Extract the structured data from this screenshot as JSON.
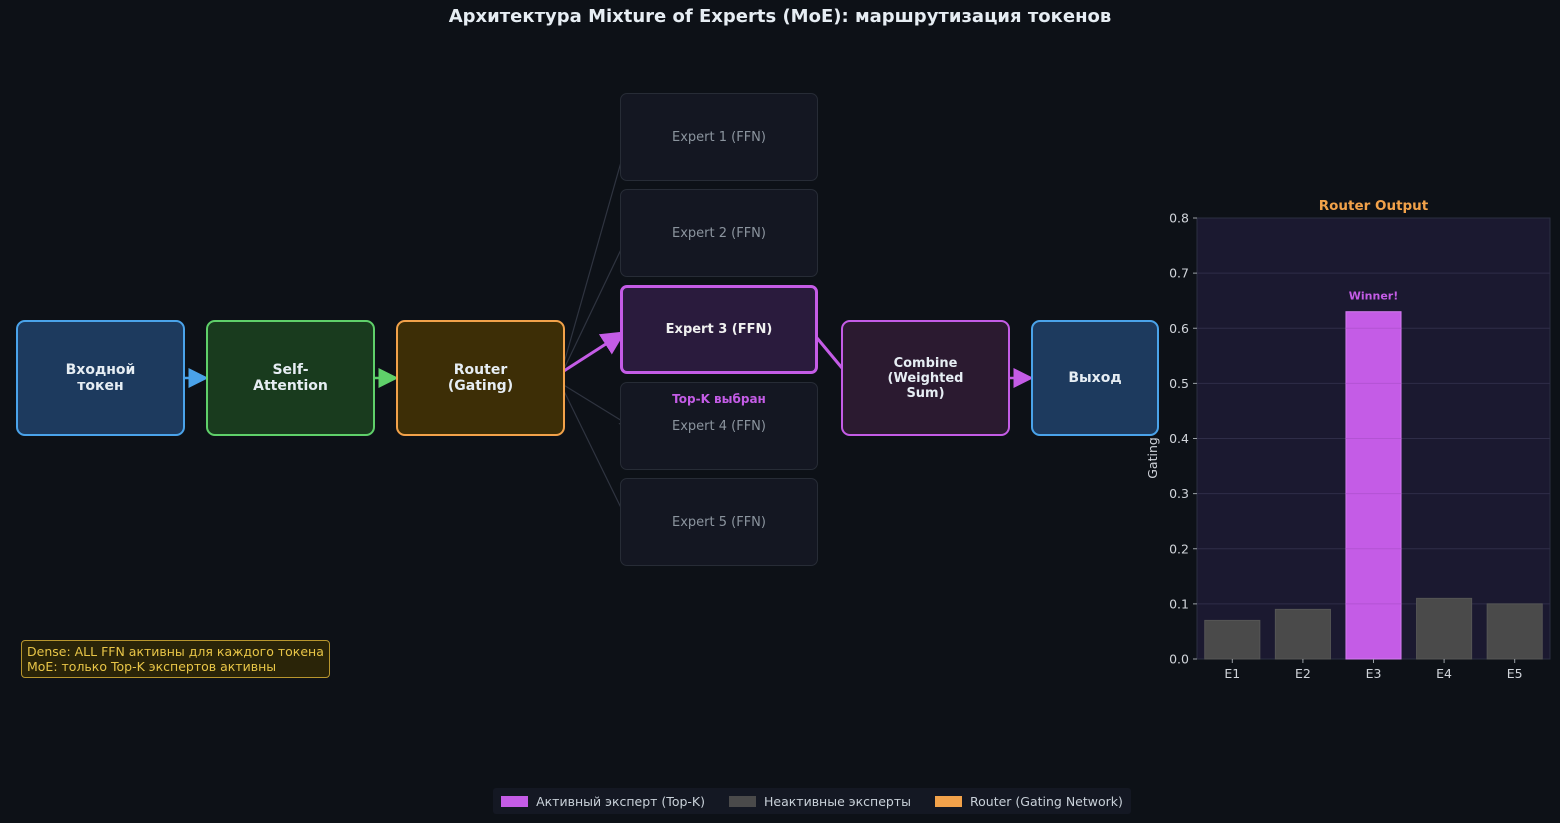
{
  "title": "Архитектура Mixture of Experts (MoE): маршрутизация токенов",
  "colors": {
    "background": "#0d1117",
    "token": "#4aa3ea",
    "attention": "#5fd06a",
    "router": "#f2a24a",
    "active": "#c45ce6",
    "inactive": "#4a4a4a",
    "output": "#4aa3ea"
  },
  "pipeline": {
    "input": "Входной\nтокен",
    "attention": "Self-\nAttention",
    "router": "Router\n(Gating)",
    "combine": "Combine\n(Weighted\nSum)",
    "output": "Выход"
  },
  "experts": [
    {
      "label": "Expert 1 (FFN)",
      "active": false
    },
    {
      "label": "Expert 2 (FFN)",
      "active": false
    },
    {
      "label": "Expert 3 (FFN)",
      "active": true
    },
    {
      "label": "Expert 4 (FFN)",
      "active": false
    },
    {
      "label": "Expert 5 (FFN)",
      "active": false
    }
  ],
  "topk_label": "Top-K выбран",
  "note": "Dense: ALL FFN активны для каждого токена\nMoE: только Top-K экспертов активны",
  "legend": [
    {
      "label": "Активный эксперт (Top-K)",
      "color": "#c45ce6"
    },
    {
      "label": "Неактивные эксперты",
      "color": "#4a4a4a"
    },
    {
      "label": "Router (Gating Network)",
      "color": "#f2a24a"
    }
  ],
  "chart_data": {
    "type": "bar",
    "title": "Router Output",
    "categories": [
      "E1",
      "E2",
      "E3",
      "E4",
      "E5"
    ],
    "values": [
      0.07,
      0.09,
      0.63,
      0.11,
      0.1
    ],
    "ylabel": "Gating Score",
    "xlabel": "",
    "ylim": [
      0,
      0.8
    ],
    "yticks": [
      0.0,
      0.1,
      0.2,
      0.3,
      0.4,
      0.5,
      0.6,
      0.7,
      0.8
    ],
    "highlight_index": 2,
    "annotation": "Winner!",
    "grid": true
  }
}
